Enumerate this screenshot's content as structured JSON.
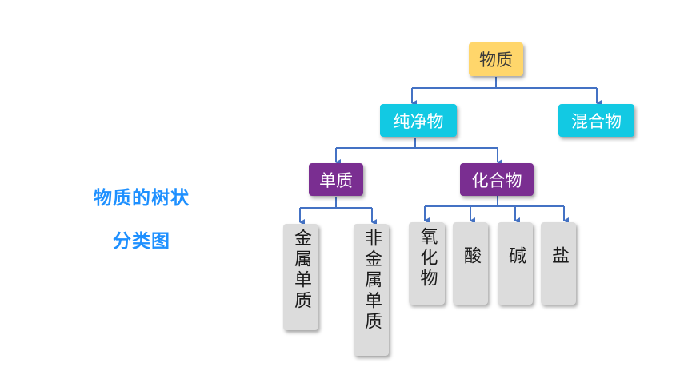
{
  "heading": {
    "line1": "物质的树状",
    "line2": "分类图"
  },
  "colors": {
    "heading": "#1e90ff",
    "root": "#ffd66b",
    "level1": "#12c9e3",
    "level2": "#7a2e91",
    "leaf": "#dcdcdc",
    "connector": "#4472c4"
  },
  "tree": {
    "root": "物质",
    "pure": "纯净物",
    "mixture": "混合物",
    "element": "单质",
    "compound": "化合物",
    "metal": "金属单质",
    "nonmetal": "非金属单质",
    "oxide": "氧化物",
    "acid": "酸",
    "base": "碱",
    "salt": "盐"
  }
}
